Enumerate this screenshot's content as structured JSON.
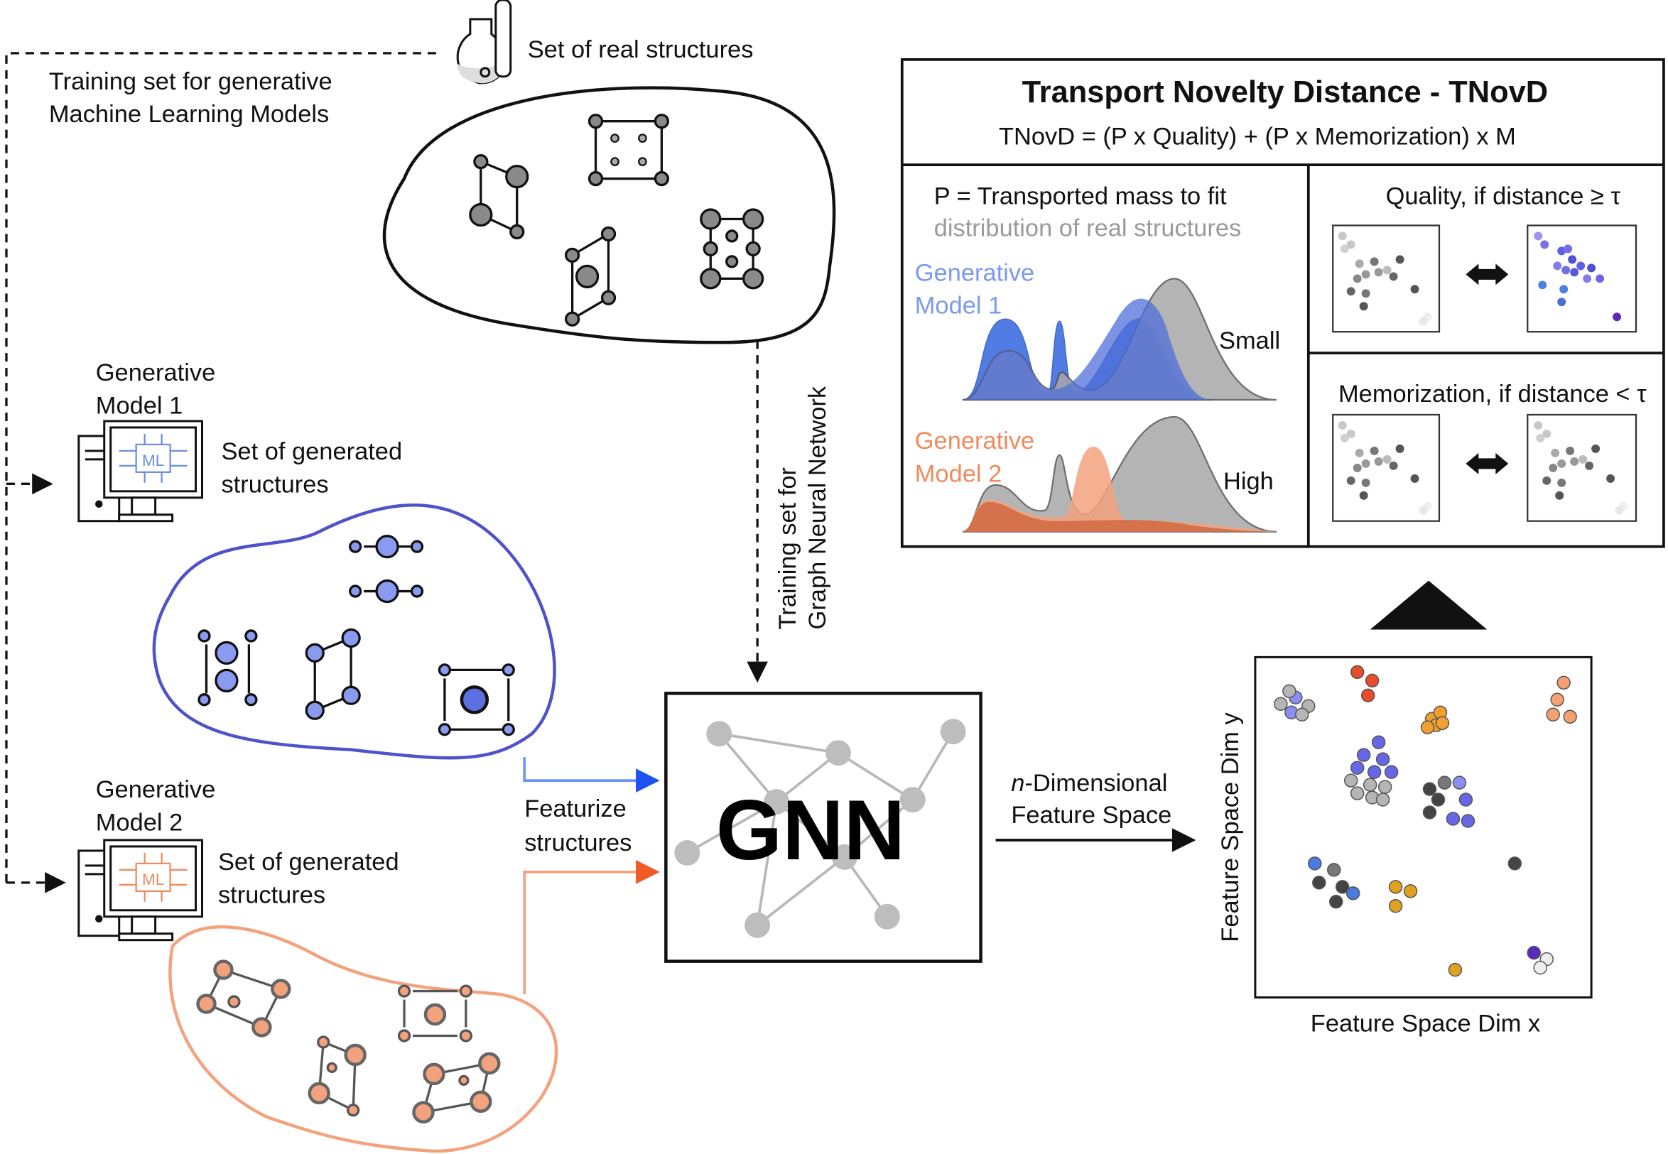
{
  "top": {
    "real_set_label": "Set of real structures",
    "training_set_line1": "Training set for generative",
    "training_set_line2": "Machine Learning Models",
    "gnn_training_line1": "Training set for",
    "gnn_training_line2": "Graph Neural Network"
  },
  "models": [
    {
      "title_line1": "Generative",
      "title_line2": "Model 1",
      "icon_text": "ML",
      "set_line1": "Set of generated",
      "set_line2": "structures",
      "color": "#4f52c8",
      "icon_color": "#6b8fe0"
    },
    {
      "title_line1": "Generative",
      "title_line2": "Model 2",
      "icon_text": "ML",
      "set_line1": "Set of generated",
      "set_line2": "structures",
      "color": "#f3a27e",
      "icon_color": "#f08a5d"
    }
  ],
  "featurize": {
    "line1": "Featurize",
    "line2": "structures"
  },
  "gnn": {
    "label": "GNN"
  },
  "feature_space": {
    "arrow_italic": "n",
    "arrow_line1_rest": "-Dimensional",
    "arrow_line2": "Feature Space",
    "x_label": "Feature Space Dim x",
    "y_label": "Feature Space Dim y"
  },
  "tnovd": {
    "title": "Transport Novelty Distance - TNovD",
    "formula": "TNovD = (P x Quality) + (P x Memorization) x M",
    "p_line1": "P = Transported mass to fit",
    "p_line2": "distribution of real structures",
    "model1_line1": "Generative",
    "model1_line2": "Model 1",
    "model1_value": "Small",
    "model2_line1": "Generative",
    "model2_line2": "Model 2",
    "model2_value": "High",
    "quality_label": "Quality, if distance ≥ τ",
    "memorization_label": "Memorization, if distance < τ"
  },
  "colors": {
    "blue": "#5b7fe8",
    "orange": "#f08a5d",
    "gray": "#a3a3a3",
    "purple": "#4f52c8"
  }
}
